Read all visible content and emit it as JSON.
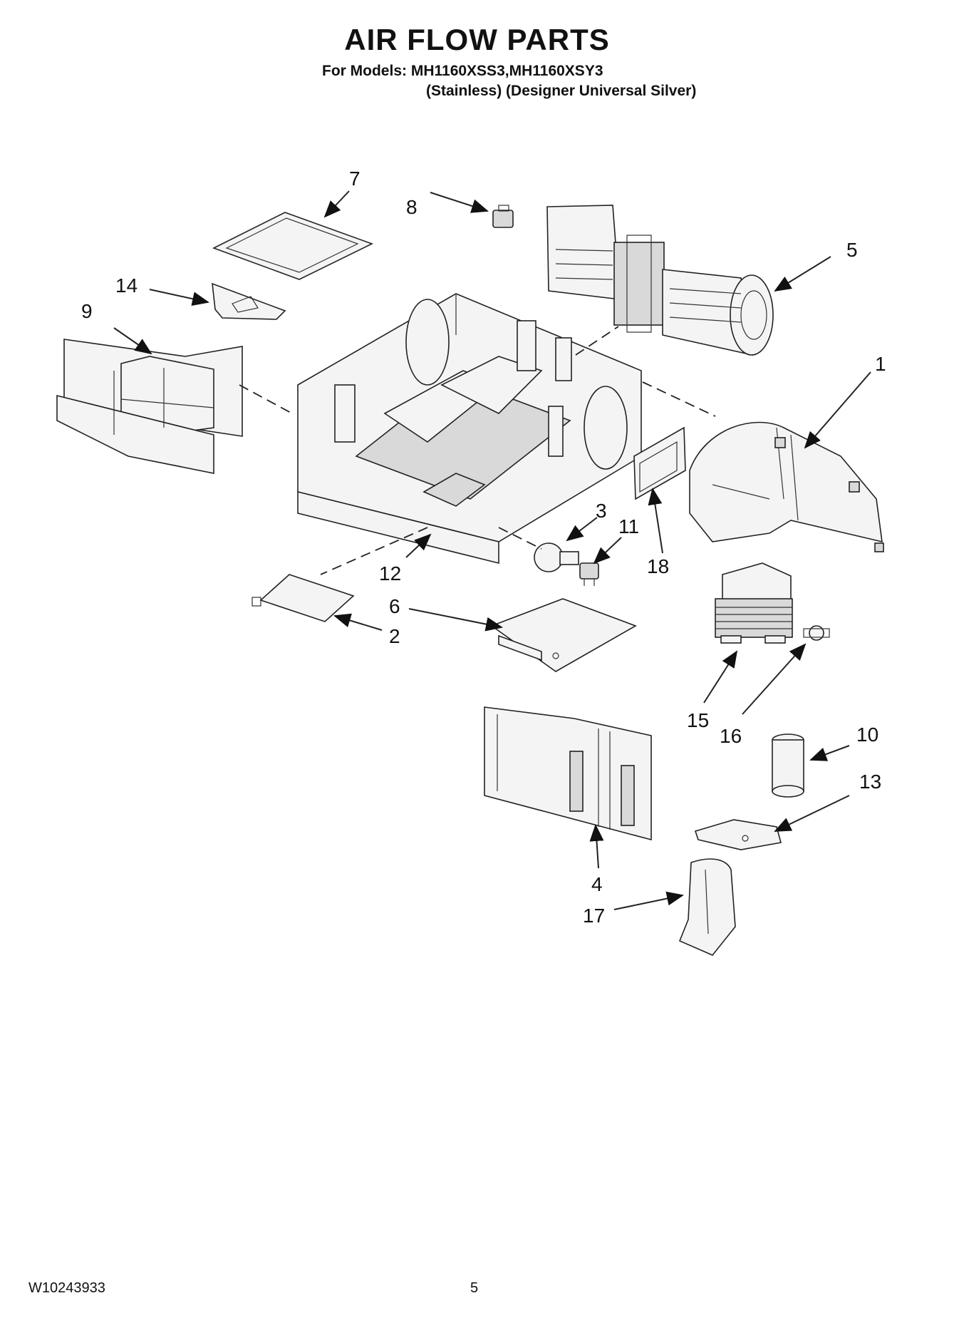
{
  "header": {
    "title": "AIR FLOW PARTS",
    "models_line": "For Models: MH1160XSS3,MH1160XSY3",
    "variants_line": "(Stainless) (Designer Universal Silver)"
  },
  "callouts": {
    "c1": "1",
    "c2": "2",
    "c3": "3",
    "c4": "4",
    "c5": "5",
    "c6": "6",
    "c7": "7",
    "c8": "8",
    "c9": "9",
    "c10": "10",
    "c11": "11",
    "c12": "12",
    "c13": "13",
    "c14": "14",
    "c15": "15",
    "c16": "16",
    "c17": "17",
    "c18": "18"
  },
  "footer": {
    "document_id": "W10243933",
    "page_number": "5"
  }
}
